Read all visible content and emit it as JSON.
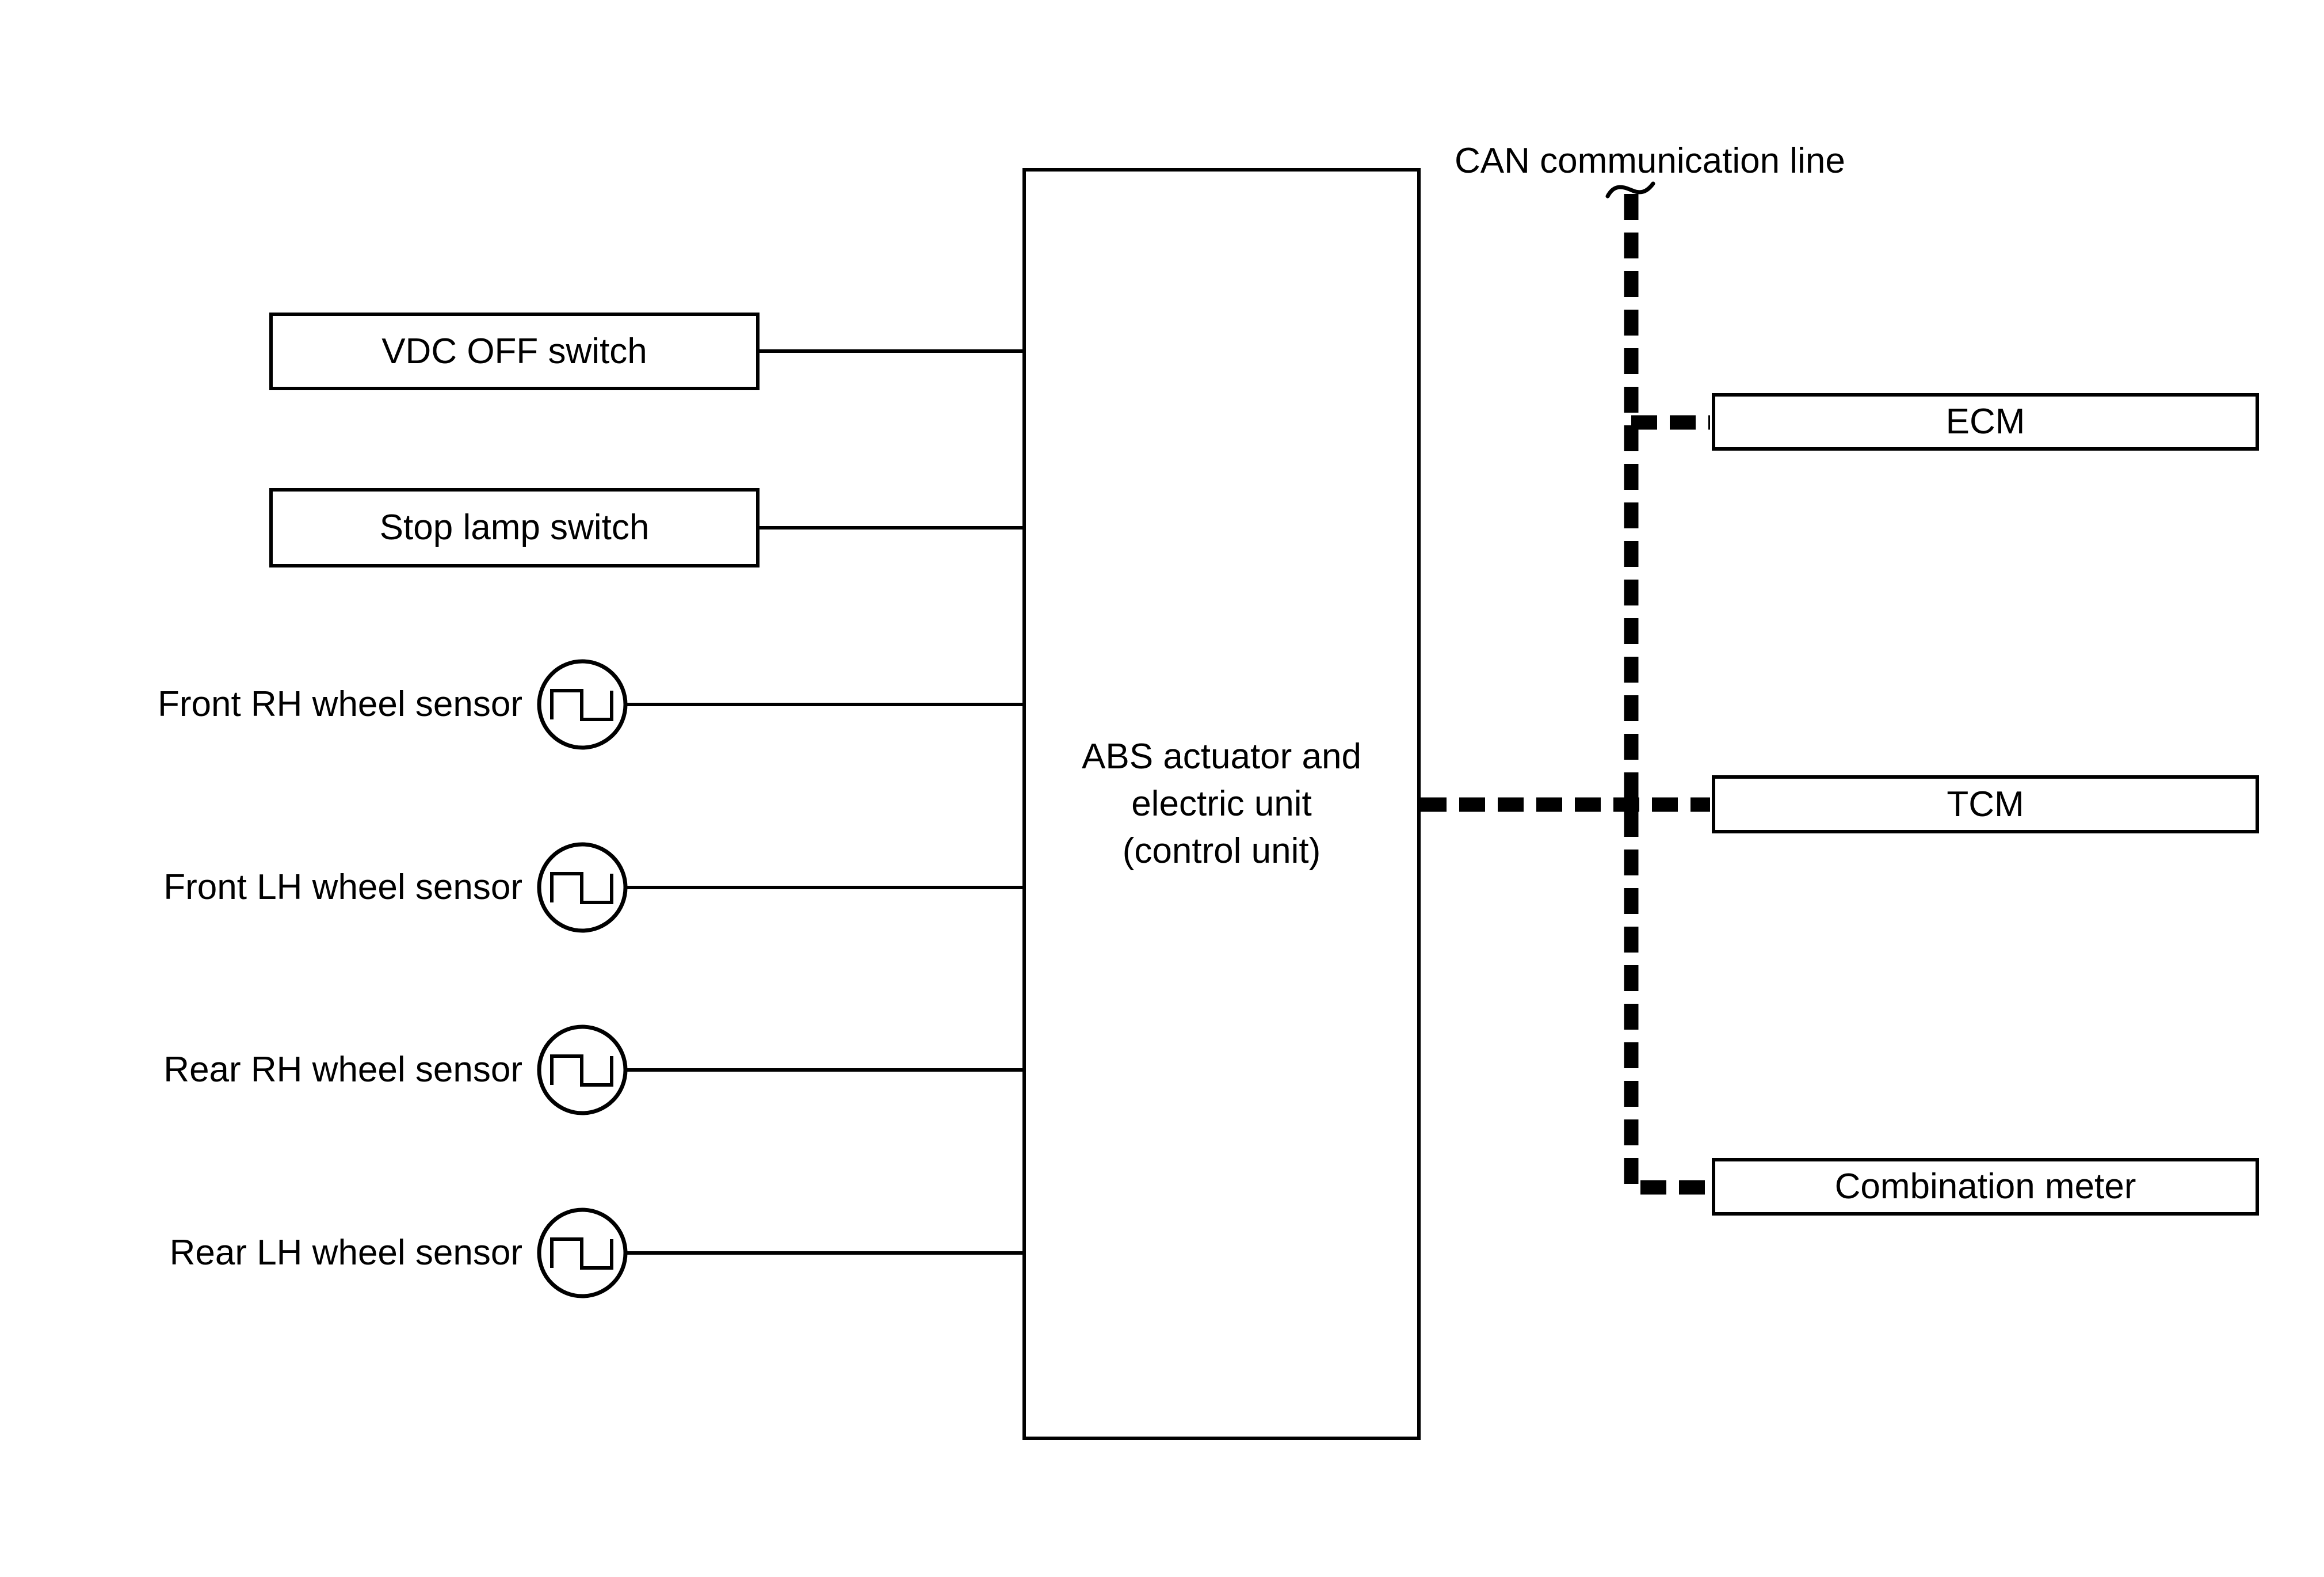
{
  "can_line_label": "CAN communication line",
  "abs_box": {
    "line1": "ABS actuator and",
    "line2": "electric unit",
    "line3": "(control unit)"
  },
  "switch_boxes": [
    {
      "label": "VDC OFF switch"
    },
    {
      "label": "Stop lamp switch"
    }
  ],
  "wheel_sensors": [
    {
      "label": "Front RH wheel sensor"
    },
    {
      "label": "Front LH wheel sensor"
    },
    {
      "label": "Rear RH wheel sensor"
    },
    {
      "label": "Rear LH wheel sensor"
    }
  ],
  "ecu_boxes": [
    {
      "label": "ECM"
    },
    {
      "label": "TCM"
    },
    {
      "label": "Combination meter"
    }
  ],
  "icons": [
    {
      "name": "pulse-signal-icon",
      "meaning": "square wave signal in circle"
    },
    {
      "name": "can-brace-squiggle",
      "meaning": "brace pointing at CAN bus line"
    }
  ],
  "colors": {
    "ink": "#000000",
    "background": "#ffffff"
  }
}
